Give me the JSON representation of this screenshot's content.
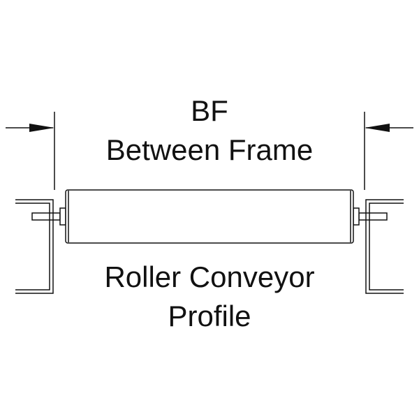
{
  "diagram": {
    "dimension_abbrev": "BF",
    "dimension_label": "Between Frame",
    "caption_line1": "Roller Conveyor",
    "caption_line2": "Profile",
    "line_color": "#111111",
    "roller_fill": "#ffffff"
  }
}
